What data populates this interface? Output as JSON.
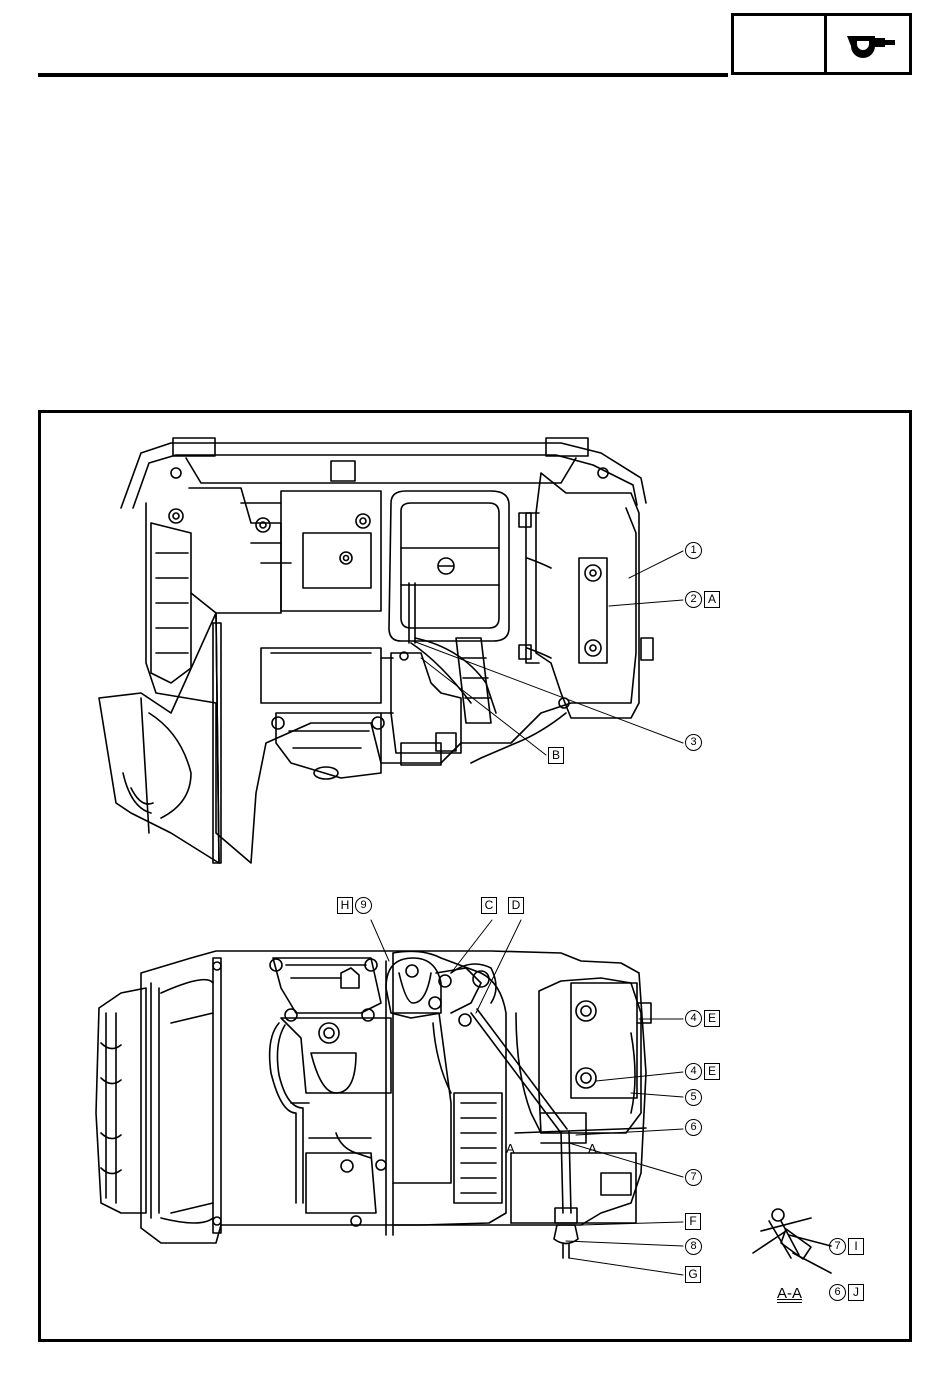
{
  "header": {
    "tab_left_text": "",
    "icon": "caliper-gauge-icon"
  },
  "figure": {
    "upper_callouts": [
      {
        "id": "c1",
        "num": "1",
        "letter": ""
      },
      {
        "id": "c2",
        "num": "2",
        "letter": "A"
      },
      {
        "id": "c3",
        "num": "3",
        "letter": ""
      },
      {
        "id": "cB",
        "num": "",
        "letter": "B"
      }
    ],
    "lower_callouts": [
      {
        "id": "cH9",
        "num": "9",
        "letter": "H"
      },
      {
        "id": "cC",
        "num": "",
        "letter": "C"
      },
      {
        "id": "cD",
        "num": "",
        "letter": "D"
      },
      {
        "id": "c4a",
        "num": "4",
        "letter": "E"
      },
      {
        "id": "c4b",
        "num": "4",
        "letter": "E"
      },
      {
        "id": "c5",
        "num": "5",
        "letter": ""
      },
      {
        "id": "c6",
        "num": "6",
        "letter": ""
      },
      {
        "id": "c7",
        "num": "7",
        "letter": ""
      },
      {
        "id": "cF",
        "num": "",
        "letter": "F"
      },
      {
        "id": "c8",
        "num": "8",
        "letter": ""
      },
      {
        "id": "cG",
        "num": "",
        "letter": "G"
      }
    ],
    "section_marks": {
      "left": "A",
      "right": "A"
    },
    "detail": {
      "label": "A-A",
      "callouts": [
        {
          "id": "d7",
          "num": "7",
          "letter": "I"
        },
        {
          "id": "d6",
          "num": "6",
          "letter": "J"
        }
      ]
    }
  }
}
